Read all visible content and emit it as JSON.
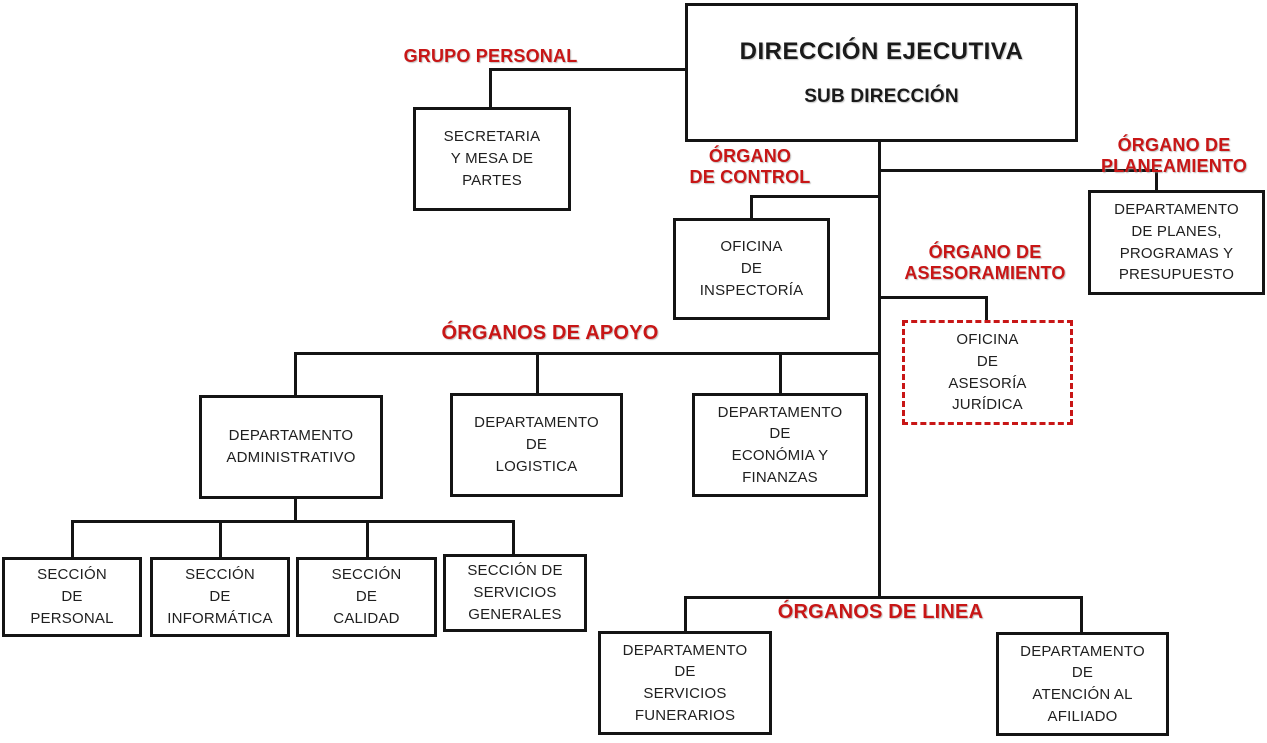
{
  "diagram": {
    "type": "org-chart",
    "colors": {
      "accent_red": "#c81616",
      "box_border": "#141414",
      "background": "#ffffff",
      "text": "#202020"
    },
    "root": {
      "title": "DIRECCIÓN EJECUTIVA",
      "subtitle": "SUB DIRECCIÓN"
    },
    "section_labels": {
      "grupo_personal": "GRUPO PERSONAL",
      "organo_control": "ÓRGANO\nDE CONTROL",
      "organo_planeamiento": "ÓRGANO DE\nPLANEAMIENTO",
      "organo_asesoramiento": "ÓRGANO DE\nASESORAMIENTO",
      "organos_apoyo": "ÓRGANOS DE APOYO",
      "organos_linea": "ÓRGANOS DE LINEA"
    },
    "boxes": {
      "secretaria": "SECRETARIA\nY MESA DE\nPARTES",
      "inspectoria": "OFICINA\nDE\nINSPECTORÍA",
      "planes": "DEPARTAMENTO\nDE PLANES,\nPROGRAMAS Y\nPRESUPUESTO",
      "asesoria_juridica": "OFICINA\nDE\nASESORÍA\nJURÍDICA",
      "administrativo": "DEPARTAMENTO\nADMINISTRATIVO",
      "logistica": "DEPARTAMENTO\nDE\nLOGISTICA",
      "economia": "DEPARTAMENTO\nDE\nECONÓMIA Y\nFINANZAS",
      "seccion_personal": "SECCIÓN\nDE\nPERSONAL",
      "seccion_informatica": "SECCIÓN\nDE\nINFORMÁTICA",
      "seccion_calidad": "SECCIÓN\nDE\nCALIDAD",
      "seccion_servicios_generales": "SECCIÓN DE\nSERVICIOS\nGENERALES",
      "servicios_funerarios": "DEPARTAMENTO\nDE\nSERVICIOS\nFUNERARIOS",
      "atencion_afiliado": "DEPARTAMENTO\nDE\nATENCIÓN AL\nAFILIADO"
    }
  }
}
